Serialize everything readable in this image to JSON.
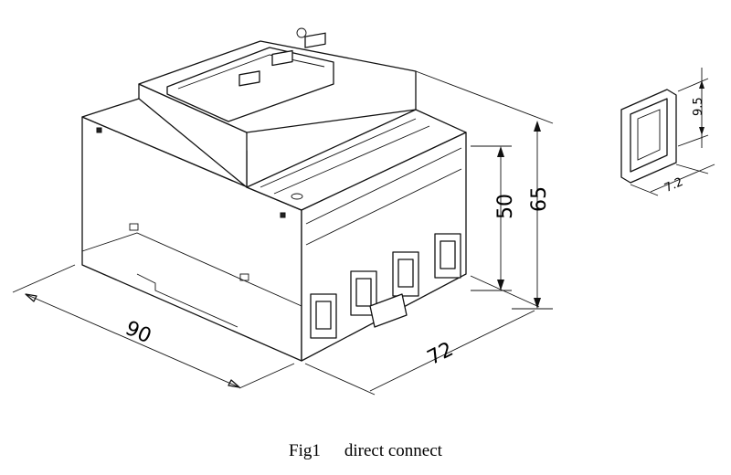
{
  "caption": {
    "figure": "Fig1",
    "text": "direct connect"
  },
  "dimensions": {
    "width": "90",
    "depth": "72",
    "height_total": "65",
    "height_body": "50",
    "terminal_height": "9.5",
    "terminal_width": "7.2"
  }
}
